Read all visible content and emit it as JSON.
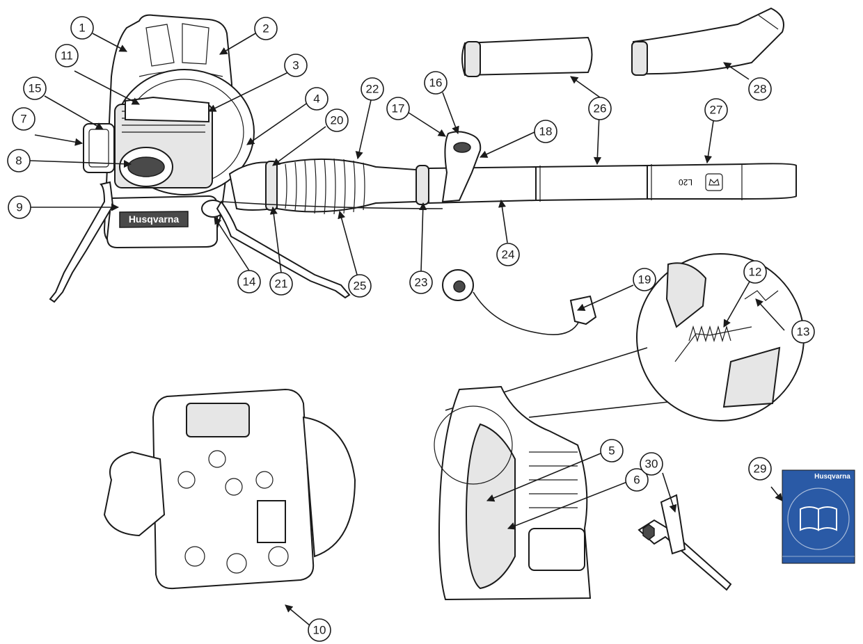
{
  "callouts": [
    "1",
    "2",
    "3",
    "4",
    "5",
    "6",
    "7",
    "8",
    "9",
    "10",
    "11",
    "12",
    "13",
    "14",
    "15",
    "16",
    "17",
    "18",
    "19",
    "20",
    "21",
    "22",
    "23",
    "24",
    "25",
    "26",
    "27",
    "28",
    "29",
    "30"
  ],
  "brand": {
    "name": "Husqvarna",
    "manual_color": "#2a5aa6"
  },
  "tube_marking": "L20",
  "icons": [
    "husqvarna-crown-icon",
    "book-icon"
  ]
}
